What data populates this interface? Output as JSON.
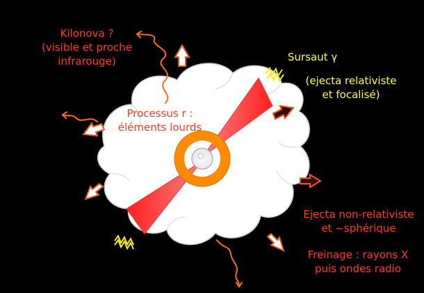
{
  "labels": {
    "kilonova_line1": "Kilonova ?",
    "kilonova_line2": "(visible et proche",
    "kilonova_line3": "infrarouge)",
    "grb_title": "Sursaut γ",
    "grb_note_line1": "(ejecta relativiste",
    "grb_note_line2": "et focalisé)",
    "rprocess_line1": "Processus r :",
    "rprocess_line2": "éléments lourds",
    "ejecta_line1": "Ejecta non-relativiste",
    "ejecta_line2": "et ~sphérique",
    "braking_line1": "Freinage : rayons X",
    "braking_line2": "puis ondes radio"
  },
  "colors": {
    "background": "#000000",
    "cloud": "#ffffff",
    "jet": "#ff4040",
    "torus": "#ff8c00",
    "text_red": "#ff3b1a",
    "text_yellow": "#ffff33",
    "arrow_fill": "#ffffff",
    "arrow_outline": "#e35a1a"
  }
}
